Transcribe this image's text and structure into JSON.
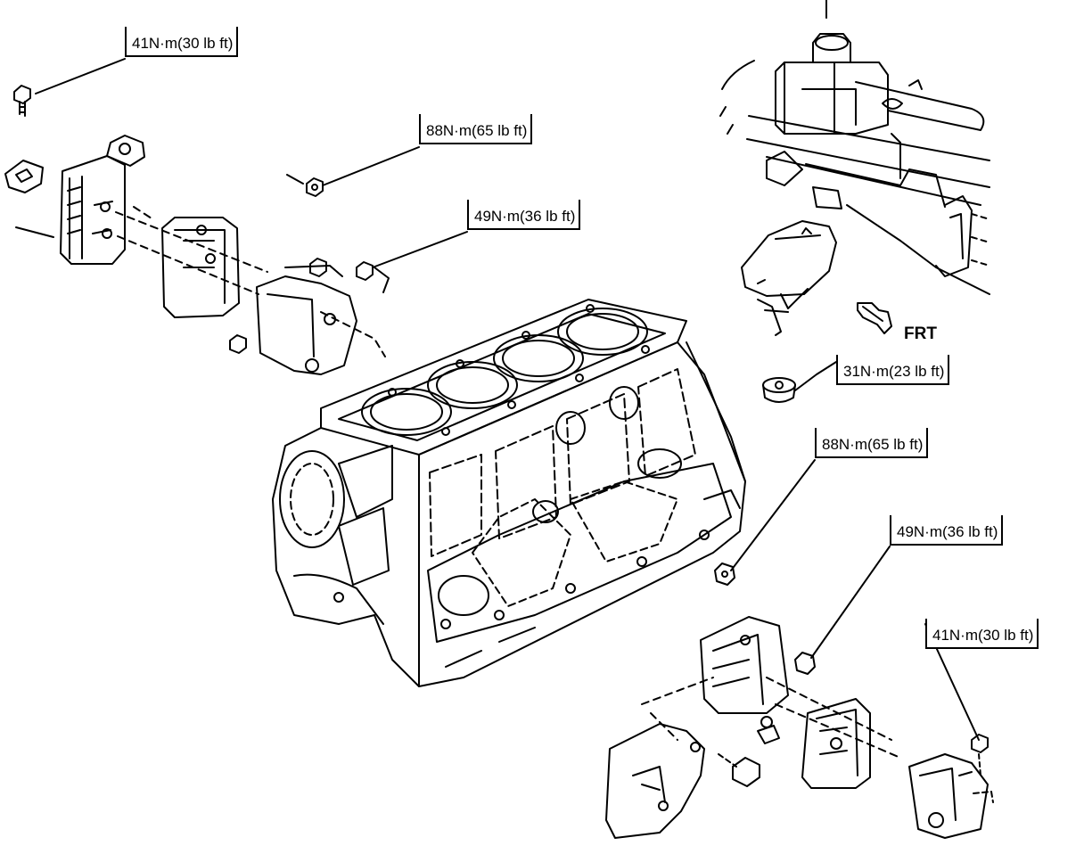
{
  "torque_labels": {
    "bolt_top_left": "41N·m(30 lb ft)",
    "nut_upper_mid": "88N·m(65 lb ft)",
    "nut_left_bracket": "49N·m(36 lb ft)",
    "nut_insulator": "31N·m(23 lb ft)",
    "nut_right_mid": "88N·m(65 lb ft)",
    "nut_right_bracket": "49N·m(36 lb ft)",
    "bolt_right_bottom": "41N·m(30 lb ft)"
  },
  "direction_label": "FRT"
}
